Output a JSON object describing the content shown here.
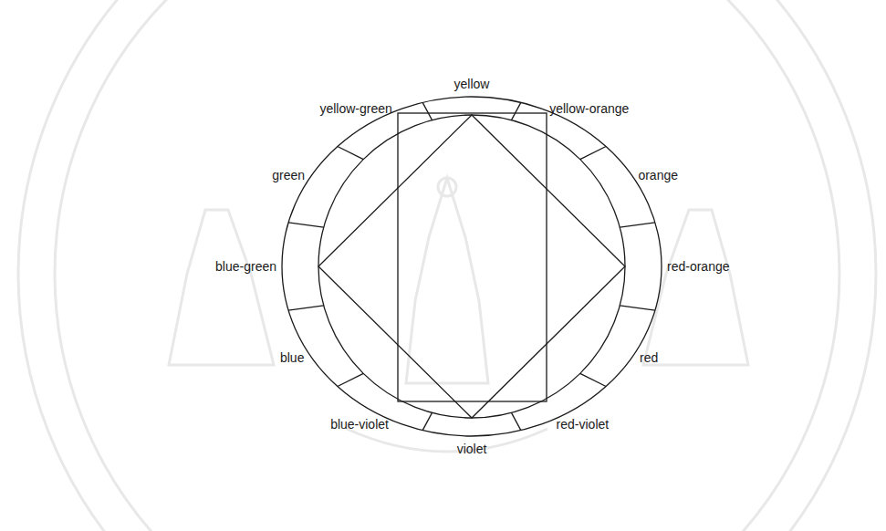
{
  "diagram": {
    "labels": [
      "yellow",
      "yellow-orange",
      "orange",
      "red-orange",
      "red",
      "red-violet",
      "violet",
      "blue-violet",
      "blue",
      "blue-green",
      "green",
      "yellow-green"
    ]
  }
}
